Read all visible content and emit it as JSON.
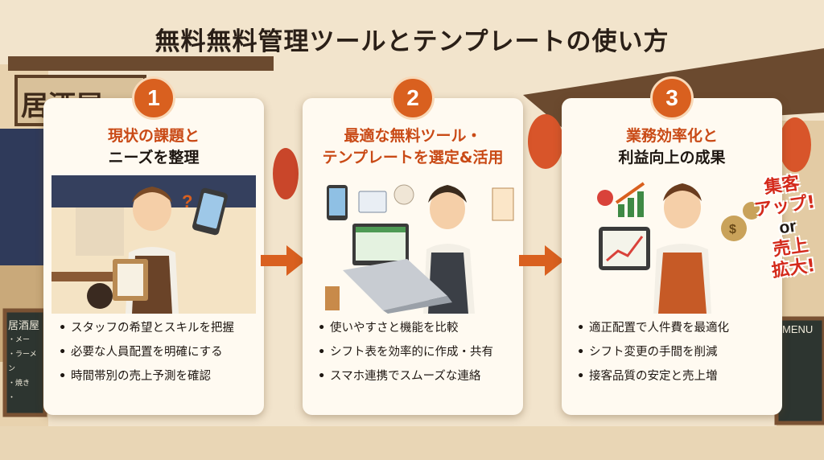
{
  "title": "無料無料管理ツールとテンプレートの使い方",
  "steps": [
    {
      "number": "1",
      "heading_line1": "現状の課題と",
      "heading_line2": "ニーズを整理",
      "bullets": [
        "スタッフの希望とスキルを把握",
        "必要な人員配置を明確にする",
        "時間帯別の売上予測を確認"
      ]
    },
    {
      "number": "2",
      "heading_line1": "最適な無料ツール・",
      "heading_line2": "テンプレートを選定&活用",
      "bullets": [
        "使いやすさと機能を比較",
        "シフト表を効率的に作成・共有",
        "スマホ連携でスムーズな連絡"
      ]
    },
    {
      "number": "3",
      "heading_line1": "業務効率化と",
      "heading_line2": "利益向上の成果",
      "bullets": [
        "適正配置で人件費を最適化",
        "シフト変更の手間を削減",
        "接客品質の安定と売上増"
      ]
    }
  ],
  "callout": {
    "line1": "集客",
    "line2": "アップ!",
    "or": "or",
    "line3": "売上",
    "line4": "拡大!"
  },
  "background_signs": {
    "shop_sign": "居酒屋",
    "board_title": "居酒屋",
    "board_items": [
      "・メー",
      "・ラーメン",
      "・焼き",
      "・"
    ],
    "menu_board": "MENU"
  },
  "colors": {
    "accent": "#d9601f",
    "highlight_text": "#c94a16",
    "card_bg": "#fffaf1",
    "callout": "#d42a1c"
  }
}
